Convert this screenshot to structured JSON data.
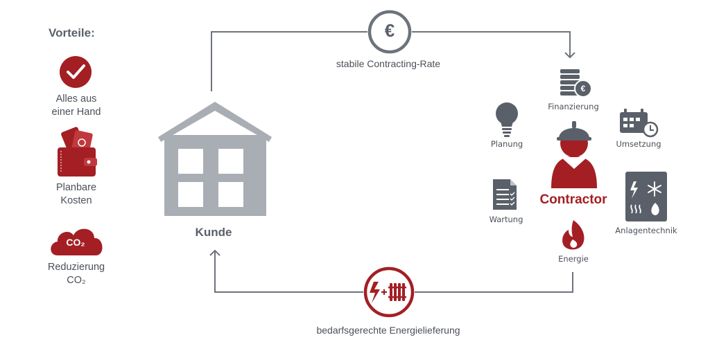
{
  "colors": {
    "accent_red": "#a31f24",
    "gray_dark": "#5a6069",
    "gray_house": "#a9aeb5",
    "line_gray": "#6d737b"
  },
  "benefits": {
    "heading": "Vorteile:",
    "items": [
      {
        "icon": "checkmark-icon",
        "line1": "Alles aus",
        "line2": "einer Hand"
      },
      {
        "icon": "wallet-icon",
        "line1": "Planbare",
        "line2": "Kosten"
      },
      {
        "icon": "co2-cloud-icon",
        "badge": "CO₂",
        "line1": "Reduzierung",
        "line2": "CO₂"
      }
    ]
  },
  "flows": {
    "payment_symbol": "€",
    "payment_label": "stabile Contracting-Rate",
    "supply_label": "bedarfsgerechte Energielieferung"
  },
  "customer": {
    "label": "Kunde",
    "icon": "house-icon"
  },
  "contractor": {
    "label": "Contractor",
    "icon": "worker-with-helmet-icon",
    "services": [
      {
        "label": "Finanzierung",
        "icon": "coin-stack-euro-icon"
      },
      {
        "label": "Planung",
        "icon": "lightbulb-icon"
      },
      {
        "label": "Umsetzung",
        "icon": "calendar-clock-icon"
      },
      {
        "label": "Wartung",
        "icon": "checklist-document-icon"
      },
      {
        "label": "Anlagentechnik",
        "icon": "energy-system-panel-icon"
      },
      {
        "label": "Energie",
        "icon": "flame-icon"
      }
    ]
  }
}
